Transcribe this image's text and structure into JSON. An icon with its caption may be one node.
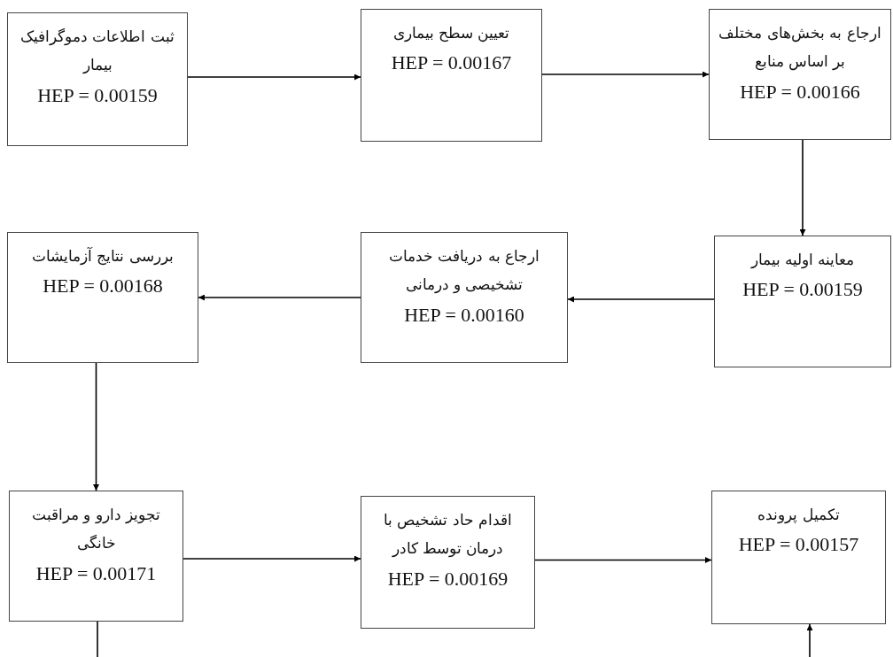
{
  "diagram": {
    "nodes": [
      {
        "text": [
          "ثبت اطلاعات دموگرافیک بیمار",
          "HEP = 0.00159"
        ]
      },
      {
        "text": [
          "تعیین سطح بیماری",
          "HEP = 0.00167"
        ]
      },
      {
        "text": [
          "ارجاع به بخش‌های مختلف بر اساس منابع",
          "HEP = 0.00166"
        ]
      },
      {
        "text": [
          "معاینه اولیه بیمار",
          "HEP = 0.00159"
        ]
      },
      {
        "text": [
          "ارجاع به دریافت خدمات تشخیصی و درمانی",
          "HEP = 0.00160"
        ]
      },
      {
        "text": [
          "بررسی نتایج آزمایشات",
          "HEP = 0.00168"
        ]
      },
      {
        "text": [
          "تجویز دارو و مراقبت خانگی",
          "HEP = 0.00171"
        ]
      },
      {
        "text": [
          "اقدام حاد تشخیص با درمان توسط کادر",
          "HEP = 0.00169"
        ]
      },
      {
        "text": [
          "تکمیل پرونده",
          "HEP = 0.00157"
        ]
      }
    ],
    "edges": [
      {
        "from": 0,
        "to": 1,
        "arrow": "to"
      },
      {
        "from": 1,
        "to": 2,
        "arrow": "to"
      },
      {
        "from": 2,
        "to": 3,
        "arrow": "to"
      },
      {
        "from": 3,
        "to": 4,
        "arrow": "to"
      },
      {
        "from": 4,
        "to": 5,
        "arrow": "to"
      },
      {
        "from": 5,
        "to": 6,
        "arrow": "to"
      },
      {
        "from": 6,
        "to": 7,
        "arrow": "to"
      },
      {
        "from": 7,
        "to": 8,
        "arrow": "to"
      },
      {
        "from": 6,
        "to": null,
        "arrow": "none"
      },
      {
        "from": null,
        "to": 8,
        "arrow": "to"
      }
    ]
  }
}
